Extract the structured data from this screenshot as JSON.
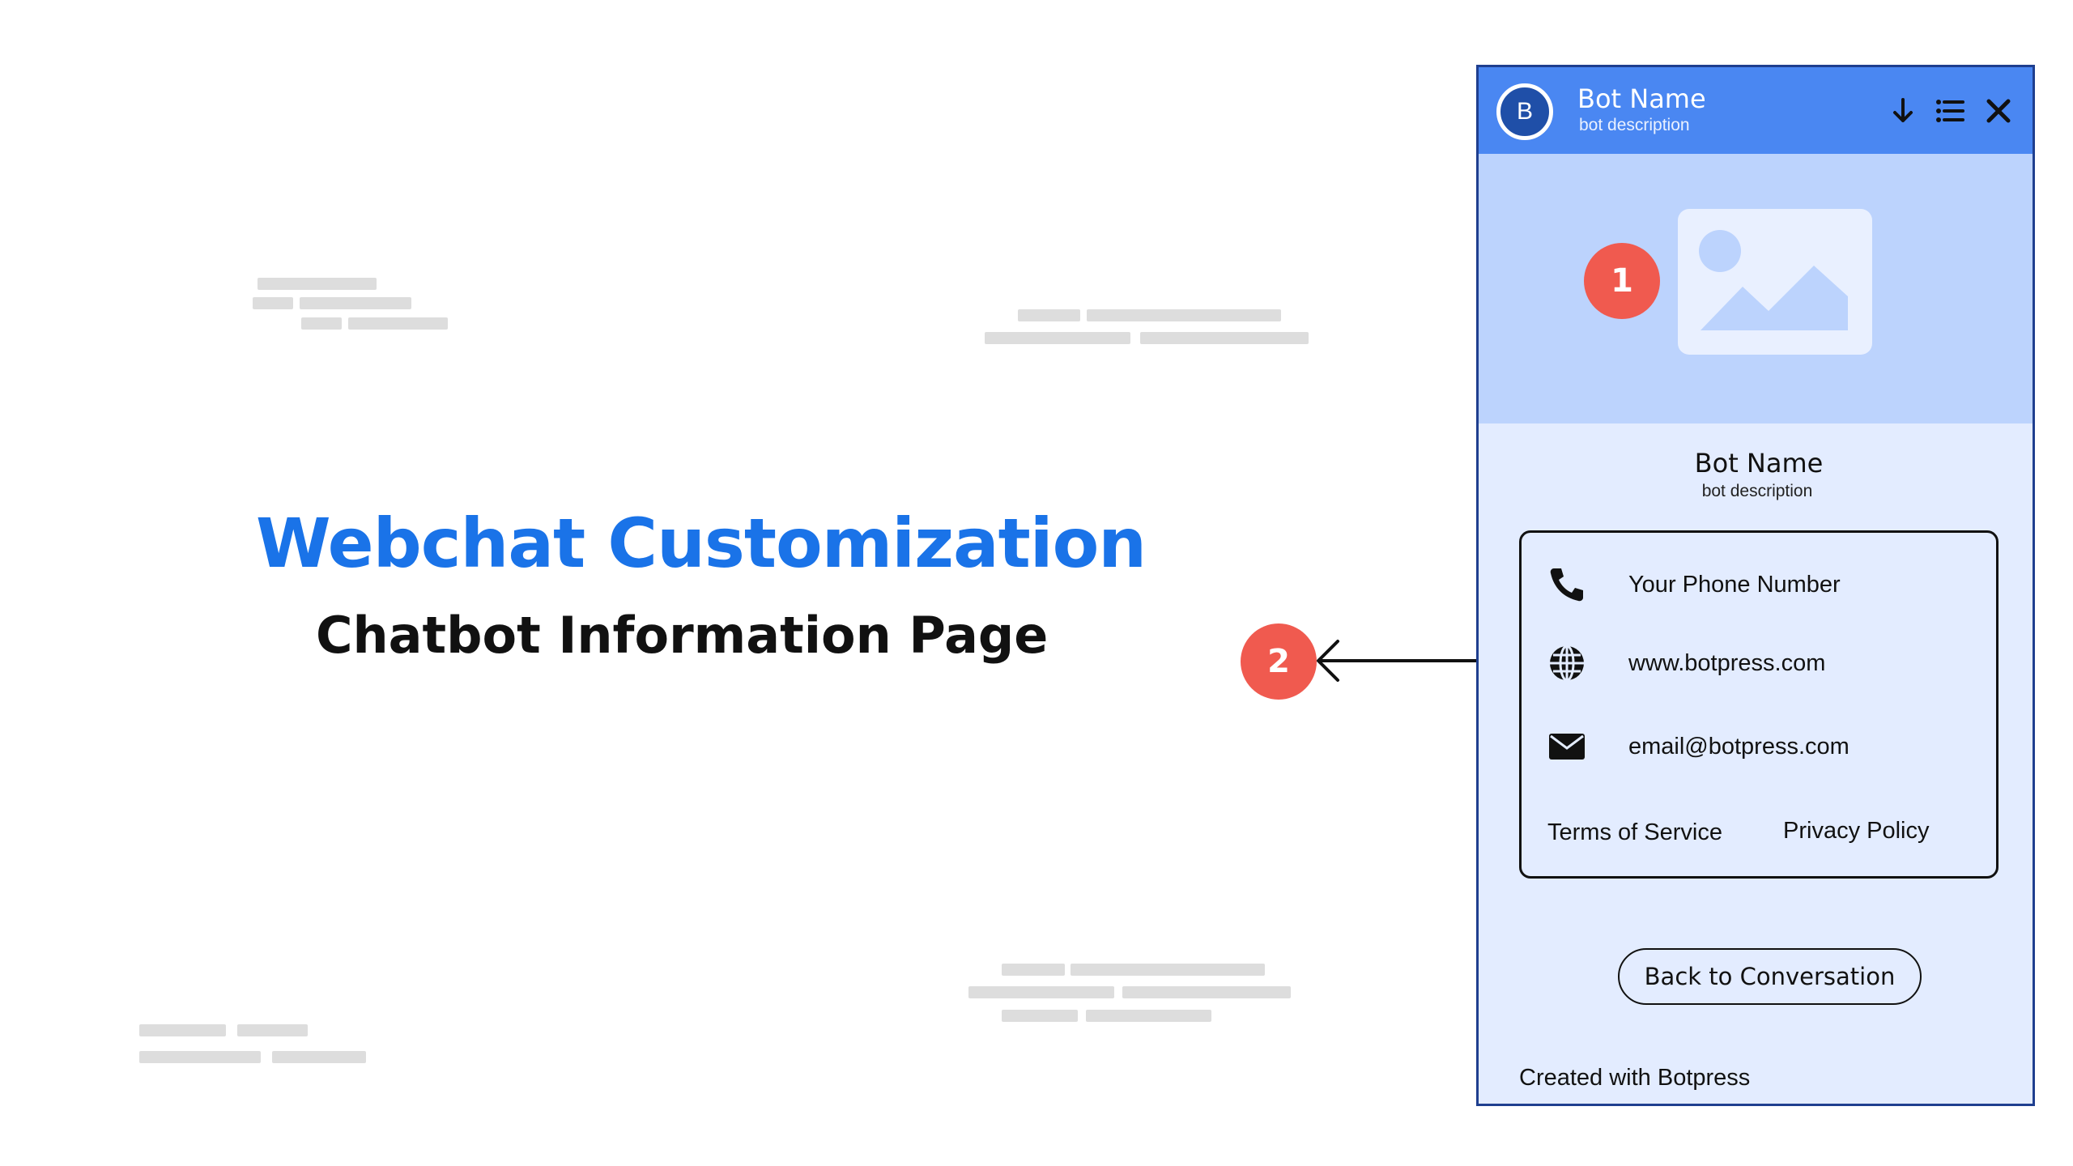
{
  "headline": {
    "title": "Webchat Customization",
    "subtitle": "Chatbot Information Page",
    "title_color": "#1a73e8"
  },
  "callouts": [
    {
      "label": "1",
      "color": "#f05a4f"
    },
    {
      "label": "2",
      "color": "#f05a4f"
    }
  ],
  "webchat": {
    "header": {
      "avatar_letter": "B",
      "bot_name": "Bot Name",
      "bot_description": "bot description",
      "background_color": "#4a87f2",
      "icons": [
        "arrow-down-icon",
        "list-icon",
        "close-icon"
      ]
    },
    "cover": {
      "background_color": "#bcd3fd",
      "image_icon": "image-placeholder-icon"
    },
    "info": {
      "bot_name": "Bot Name",
      "bot_description": "bot description",
      "phone": "Your Phone Number",
      "website": "www.botpress.com",
      "email": "email@botpress.com",
      "terms_link": "Terms of Service",
      "privacy_link": "Privacy Policy"
    },
    "back_button": "Back to Conversation",
    "footer": "Created with Botpress",
    "panel_background": "#e3ecff"
  }
}
